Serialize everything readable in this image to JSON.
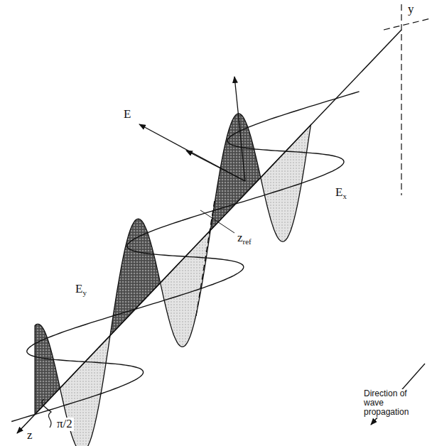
{
  "diagram": {
    "labels": [
      "y",
      "E",
      "Ex",
      "Ey",
      "zref",
      "π/2",
      "z",
      "Direction of wave propagation"
    ]
  }
}
